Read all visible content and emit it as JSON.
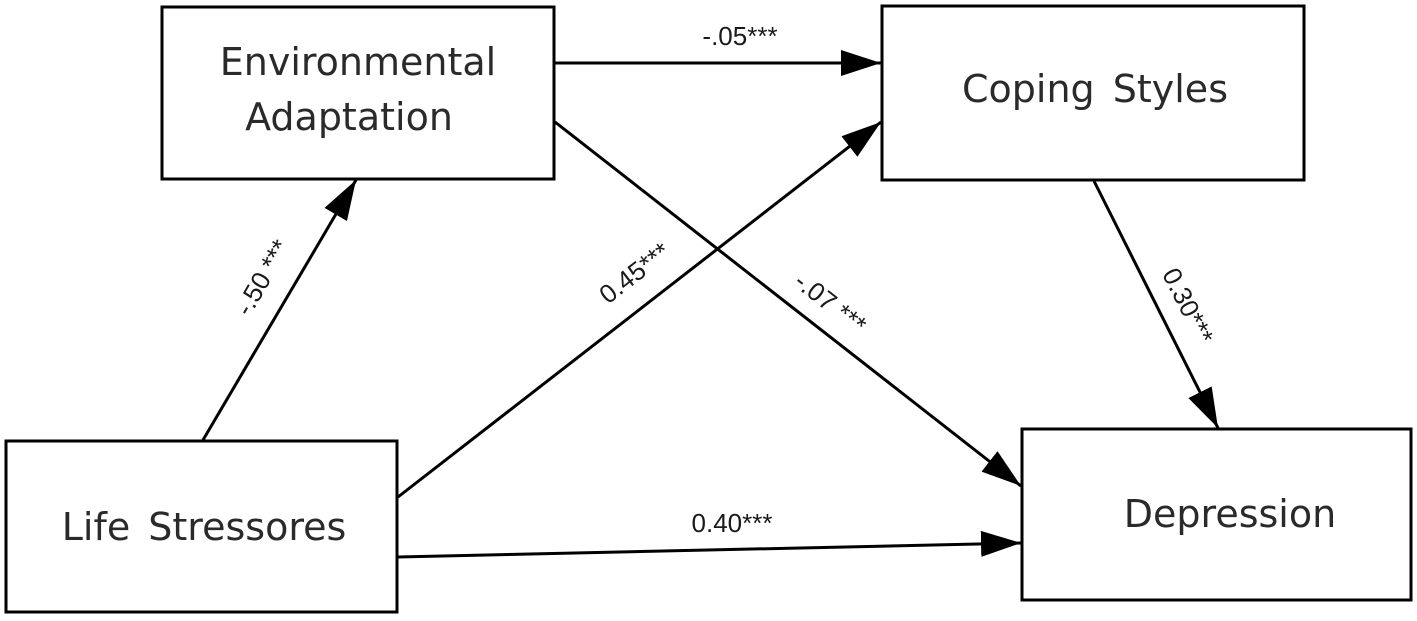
{
  "nodes": {
    "environmental_adaptation": {
      "line1": "Environmental",
      "line2": "Adaptation"
    },
    "coping_styles": {
      "label": "Coping  Styles"
    },
    "life_stressores": {
      "label": "Life  Stressores"
    },
    "depression": {
      "label": "Depression"
    }
  },
  "edges": {
    "env_to_coping": "-.05***",
    "life_to_env": "-.50 ***",
    "life_to_coping": "0.45***",
    "env_to_depression": "-.07 ***",
    "coping_to_depression": "0.30***",
    "life_to_depression": "0.40***"
  },
  "colors": {
    "stroke": "#000000",
    "text": "#2a2a2a",
    "background": "#ffffff"
  }
}
